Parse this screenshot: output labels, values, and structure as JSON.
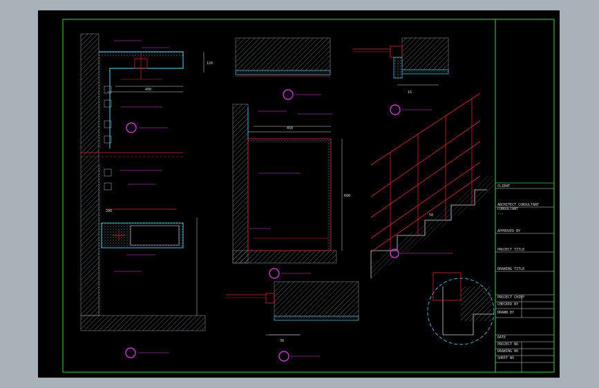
{
  "title_block": {
    "client_label": "CLIENT",
    "note_lines": [
      "ARCHITECT CONSULTANT",
      "CONSULTANT",
      "..."
    ],
    "approved_label": "APPROVED BY",
    "project_label": "PROJECT TITLE",
    "project_value": "",
    "drawing_label": "DRAWING TITLE",
    "drawing_value": "",
    "checked_label": "PROJECT CHIEF",
    "checked_by": "CHECKED BY",
    "drawn_by": "DRAWN BY",
    "date_label": "DATE",
    "date_value": "",
    "project_no_label": "PROJECT NO",
    "project_no_value": "",
    "drawing_no_label": "DRAWING NO",
    "drawing_no_value": "",
    "sheet_no_label": "SHEET NO",
    "sheet_no_value": "",
    "rev_value": "",
    "stamp_value": "",
    "stamp2_value": ""
  },
  "dimensions": {
    "d1": "400",
    "d2": "120",
    "d3": "200",
    "d4": "450",
    "d5": "600",
    "d6": "50",
    "d7": "15",
    "d8": "30"
  },
  "colors": {
    "frame": "#2ee02e",
    "lines": "#e8202a",
    "text": "#ff30ff",
    "cyan": "#38b8d8",
    "hatch": "#9aa0a6",
    "dim": "#cfd6dc"
  }
}
